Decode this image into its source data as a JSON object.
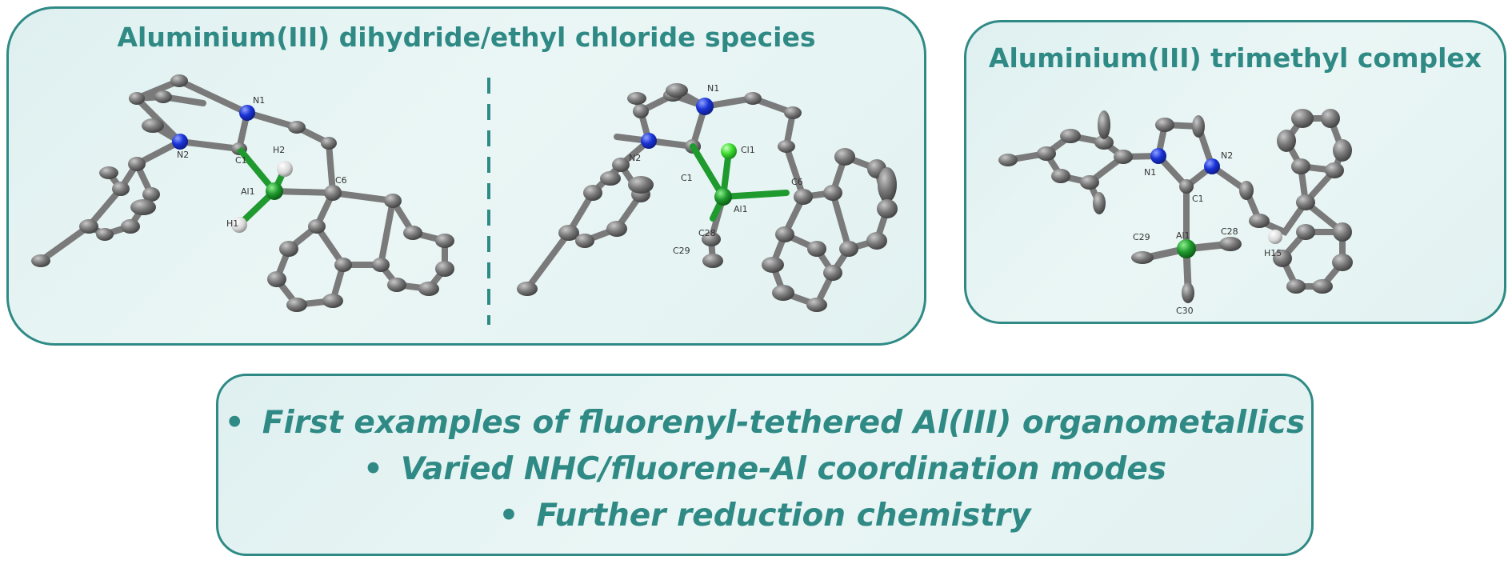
{
  "panels": {
    "left_title": "Aluminium(III) dihydride/ethyl chloride species",
    "right_title": "Aluminium(III) trimethyl complex"
  },
  "structure_a_labels": {
    "n1": "N1",
    "n2": "N2",
    "c1": "C1",
    "h2": "H2",
    "al1": "Al1",
    "c6": "C6",
    "h1": "H1"
  },
  "structure_b_labels": {
    "n1": "N1",
    "n2": "N2",
    "c1": "C1",
    "cl1": "Cl1",
    "al1": "Al1",
    "c6": "C6",
    "c28": "C28",
    "c29": "C29"
  },
  "structure_c_labels": {
    "n1": "N1",
    "n2": "N2",
    "c1": "C1",
    "al1": "Al1",
    "c29": "C29",
    "c28": "C28",
    "c30": "C30",
    "h15": "H15"
  },
  "bullets": [
    "First examples of fluorenyl-tethered Al(III) organometallics",
    "Varied NHC/fluorene-Al coordination modes",
    "Further reduction chemistry"
  ],
  "bullet_glyph": "•",
  "colors": {
    "accent": "#2f8a85",
    "carbon": "#6e6e6e",
    "nitrogen": "#1a33d6",
    "aluminium": "#1f9a2e",
    "chlorine": "#3ddc2f",
    "hydrogen": "#e4e4e4"
  }
}
